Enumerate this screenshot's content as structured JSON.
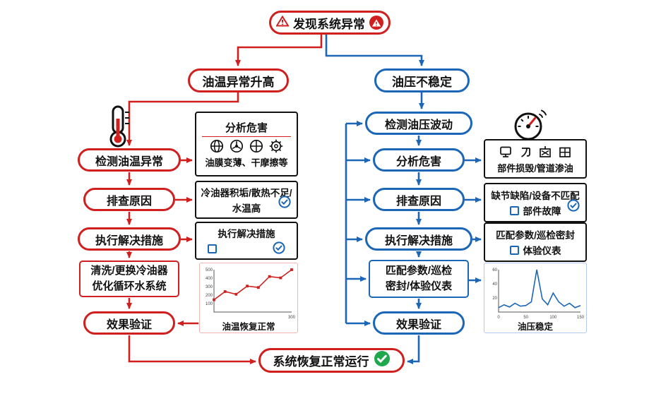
{
  "palette": {
    "red": "#d01f1f",
    "blue": "#1b66b6",
    "green": "#1fa84d"
  },
  "root_node": {
    "label": "发现系统异常"
  },
  "end_node": {
    "label": "系统恢复正常运行"
  },
  "left_branch": {
    "title": "油温异常升高",
    "steps": {
      "detect": "检测油温异常",
      "investigate": "排查原因",
      "execute": "执行解决措施",
      "action_line1": "清洗/更换冷油器",
      "action_line2": "优化循环水系统",
      "verify": "效果验证"
    },
    "hazard_panel": {
      "title": "分析危害",
      "caption": "油膜变薄、干摩擦等"
    },
    "cause_panel": {
      "line1": "冷油器积垢/散热不足/",
      "line2": "水温高"
    },
    "execute_panel": {
      "title": "执行解决措施"
    }
  },
  "right_branch": {
    "title": "油压不稳定",
    "steps": {
      "detect": "检测油压波动",
      "hazard": "分析危害",
      "investigate": "排查原因",
      "execute": "执行解决措施",
      "action_line1": "匹配参数/巡检",
      "action_line2": "密封/体验仪表",
      "verify": "效果验证"
    },
    "hazard_panel": {
      "caption": "部件损毁/管道渗油"
    },
    "cause_panel": {
      "line1": "缺节缺陷/设备不匹配",
      "line2": "部件故障"
    },
    "execute_panel": {
      "line1": "匹配参数/巡检密封",
      "line2": "体验仪表"
    }
  },
  "chart_data": [
    {
      "type": "line",
      "title": "油温恢复正常",
      "values": [
        18,
        30,
        26,
        38,
        36,
        52,
        50,
        62
      ],
      "x_ticks": [
        "",
        "300"
      ],
      "y_ticks": [
        "100",
        "200",
        "300",
        "400",
        "500"
      ],
      "color": "#d01f1f",
      "markers": true,
      "legend": "none",
      "grid": false
    },
    {
      "type": "line",
      "title": "油压稳定",
      "values": [
        6,
        10,
        7,
        12,
        8,
        9,
        14,
        58,
        18,
        10,
        26,
        14,
        8,
        12,
        6,
        9
      ],
      "x_ticks": [
        "0",
        "50",
        "100",
        "150"
      ],
      "y_ticks": [
        "20",
        "40",
        "60"
      ],
      "color": "#1b66b6",
      "markers": false,
      "legend": "none",
      "grid": false
    }
  ]
}
